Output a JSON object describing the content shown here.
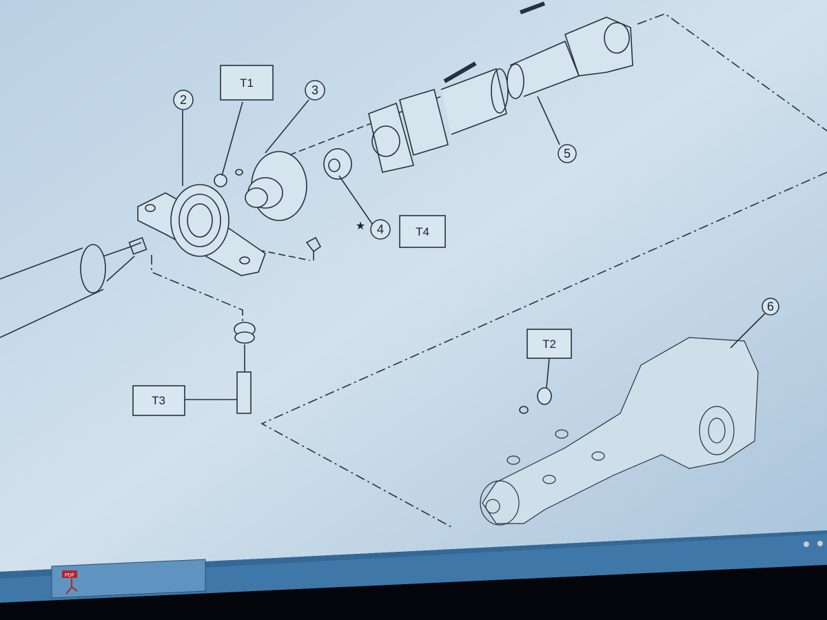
{
  "diagram": {
    "callouts": {
      "t1": "T1",
      "t2": "T2",
      "t3": "T3",
      "t4": "T4",
      "p2": "2",
      "p3": "3",
      "p4": "4",
      "p5": "5",
      "p6": "6",
      "star": "★"
    }
  },
  "taskbar": {
    "pdf_icon_text": "PDF"
  },
  "colors": {
    "screen_bg": "#c6d9e8",
    "line": "#26303e",
    "taskbar": "#3f78a8",
    "bezel": "#05060c"
  }
}
